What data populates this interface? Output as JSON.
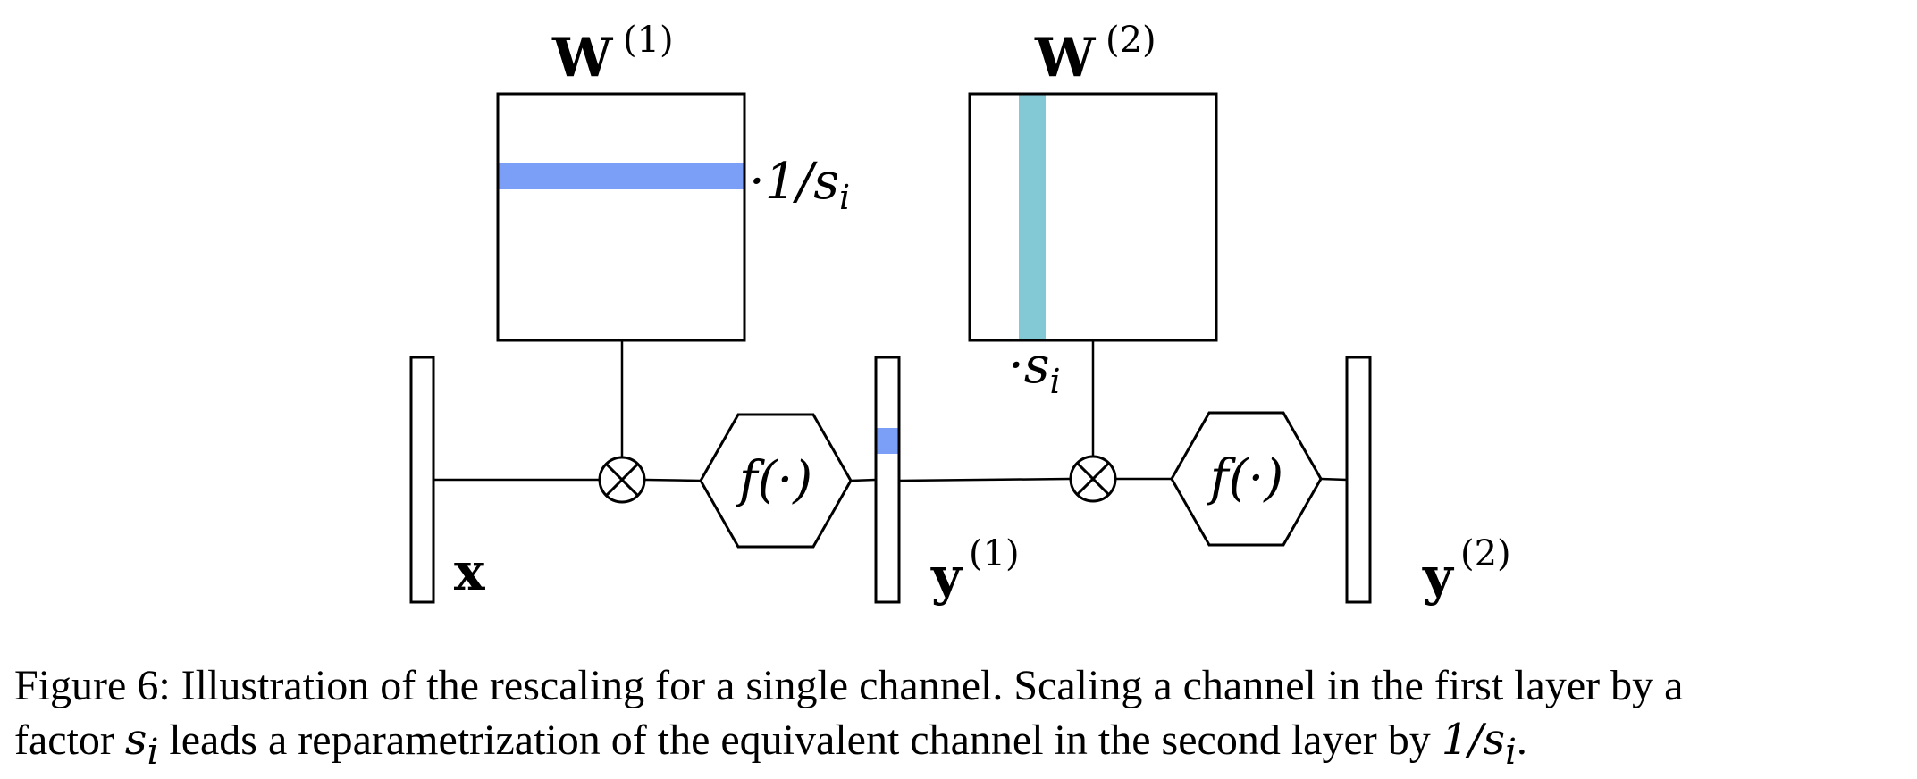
{
  "colors": {
    "stroke": "#000000",
    "row_highlight": "#7b9ff7",
    "column_highlight": "#83c9d5",
    "channel_highlight": "#7b9ff7"
  },
  "labels": {
    "w1_name": "W",
    "w1_sup": "(1)",
    "w2_name": "W",
    "w2_sup": "(2)",
    "row_scale": "·1/s",
    "row_scale_sub": "i",
    "col_scale": "·s",
    "col_scale_sub": "i",
    "activation_1": "f(·)",
    "activation_2": "f(·)",
    "input": "x",
    "y1_name": "y",
    "y1_sup": "(1)",
    "y2_name": "y",
    "y2_sup": "(2)"
  },
  "caption": {
    "line1": "Figure 6: Illustration of the rescaling for a single channel. Scaling a channel in the first layer by a",
    "line2_part1": "factor ",
    "line2_var": "s",
    "line2_sub": "i",
    "line2_part2": " leads a reparametrization of the equivalent channel in the second layer by ",
    "line2_frac": "1/s",
    "line2_frac_sub": "i",
    "line2_end": "."
  }
}
